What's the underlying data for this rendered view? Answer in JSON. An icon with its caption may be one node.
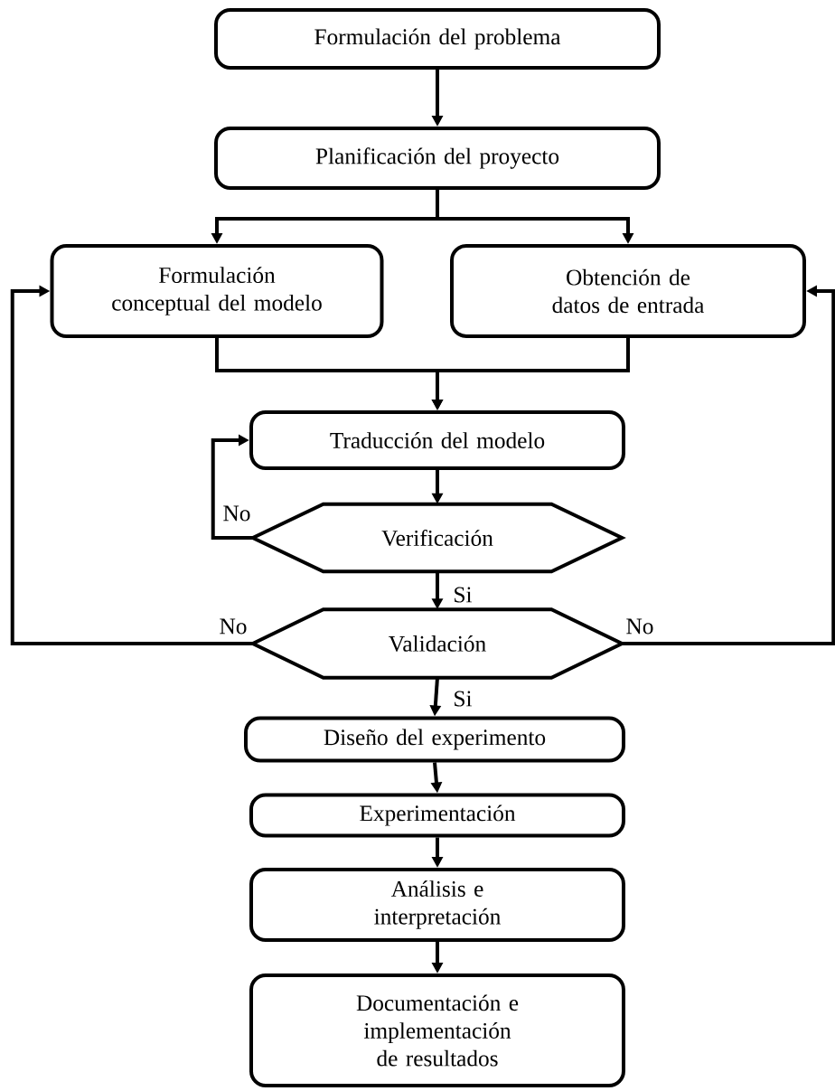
{
  "diagram": {
    "nodes": [
      {
        "text": [
          "Formulación del problema"
        ]
      },
      {
        "text": [
          "Planificación del proyecto"
        ]
      },
      {
        "text": [
          "Formulación conceptual del modelo"
        ]
      },
      {
        "text": [
          "Obtención de datos de entrada"
        ]
      },
      {
        "text": [
          "Traducción del modelo"
        ]
      },
      {
        "text": [
          "Verificación"
        ]
      },
      {
        "text": [
          "Validación"
        ]
      },
      {
        "text": [
          "Diseño del experimento"
        ]
      },
      {
        "text": [
          "Experimentación"
        ]
      },
      {
        "text": [
          "Análisis e interpretación"
        ]
      },
      {
        "text": [
          "Documentación e implementación de resultados"
        ]
      }
    ],
    "edges": [
      {
        "from": 0,
        "to": 1,
        "arrow": "to"
      },
      {
        "from": 1,
        "to": 2,
        "arrow": "to"
      },
      {
        "from": 1,
        "to": 3,
        "arrow": "to"
      },
      {
        "from": 2,
        "to": 4,
        "arrow": "to"
      },
      {
        "from": 3,
        "to": 4,
        "arrow": "to"
      },
      {
        "from": 4,
        "to": 5,
        "arrow": "to"
      },
      {
        "from": 5,
        "to": 4,
        "arrow": "to",
        "label": "No"
      },
      {
        "from": 5,
        "to": 6,
        "arrow": "to",
        "label": "Si"
      },
      {
        "from": 6,
        "to": 2,
        "arrow": "to",
        "label": "No"
      },
      {
        "from": 6,
        "to": 3,
        "arrow": "to",
        "label": "No"
      },
      {
        "from": 6,
        "to": 7,
        "arrow": "to",
        "label": "Si"
      },
      {
        "from": 7,
        "to": 8,
        "arrow": "to"
      },
      {
        "from": 8,
        "to": 9,
        "arrow": "to"
      },
      {
        "from": 9,
        "to": 10,
        "arrow": "to"
      }
    ]
  }
}
